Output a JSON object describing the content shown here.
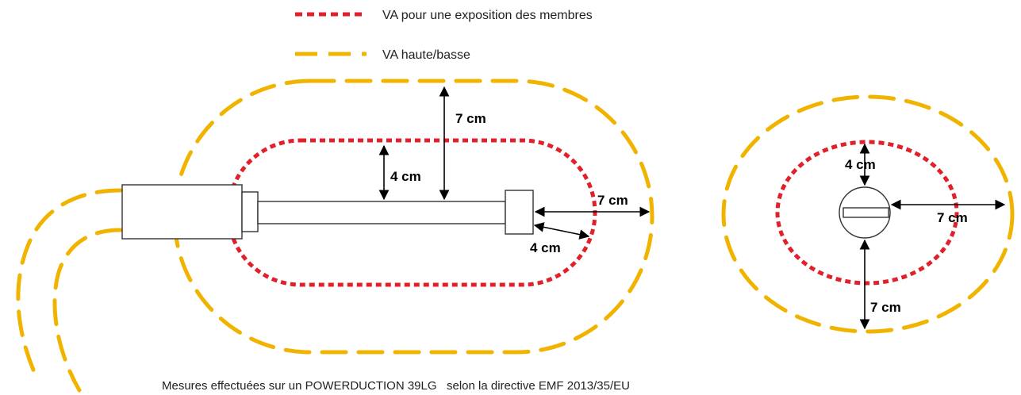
{
  "legend": {
    "limb_label": "VA pour une exposition des membres",
    "highlow_label": "VA haute/basse"
  },
  "colors": {
    "limb_zone": "#e0202a",
    "highlow_zone": "#f0b400",
    "outline": "#333333",
    "arrow": "#000000"
  },
  "side_view": {
    "outer_top_distance": "7 cm",
    "inner_top_distance": "4 cm",
    "right_distance": "7 cm",
    "diagonal_distance": "4 cm"
  },
  "end_view": {
    "inner_top_distance": "4 cm",
    "right_distance": "7 cm",
    "bottom_distance": "7 cm"
  },
  "caption": "Mesures effectuées sur un POWERDUCTION 39LG   selon la directive EMF 2013/35/EU"
}
